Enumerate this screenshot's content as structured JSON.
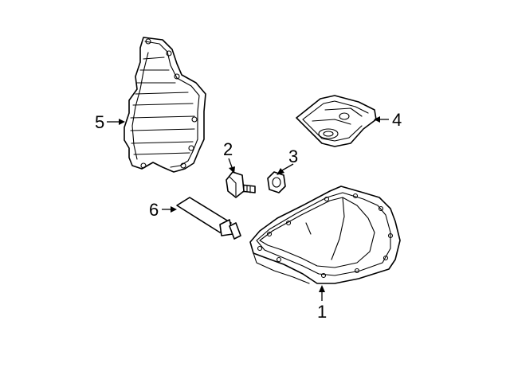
{
  "diagram": {
    "parts": [
      {
        "key": "oil-pan",
        "callout": "1"
      },
      {
        "key": "bolt",
        "callout": "2"
      },
      {
        "key": "nut",
        "callout": "3"
      },
      {
        "key": "filter",
        "callout": "4"
      },
      {
        "key": "side-cover",
        "callout": "5"
      },
      {
        "key": "sealant-tube",
        "callout": "6"
      }
    ]
  }
}
